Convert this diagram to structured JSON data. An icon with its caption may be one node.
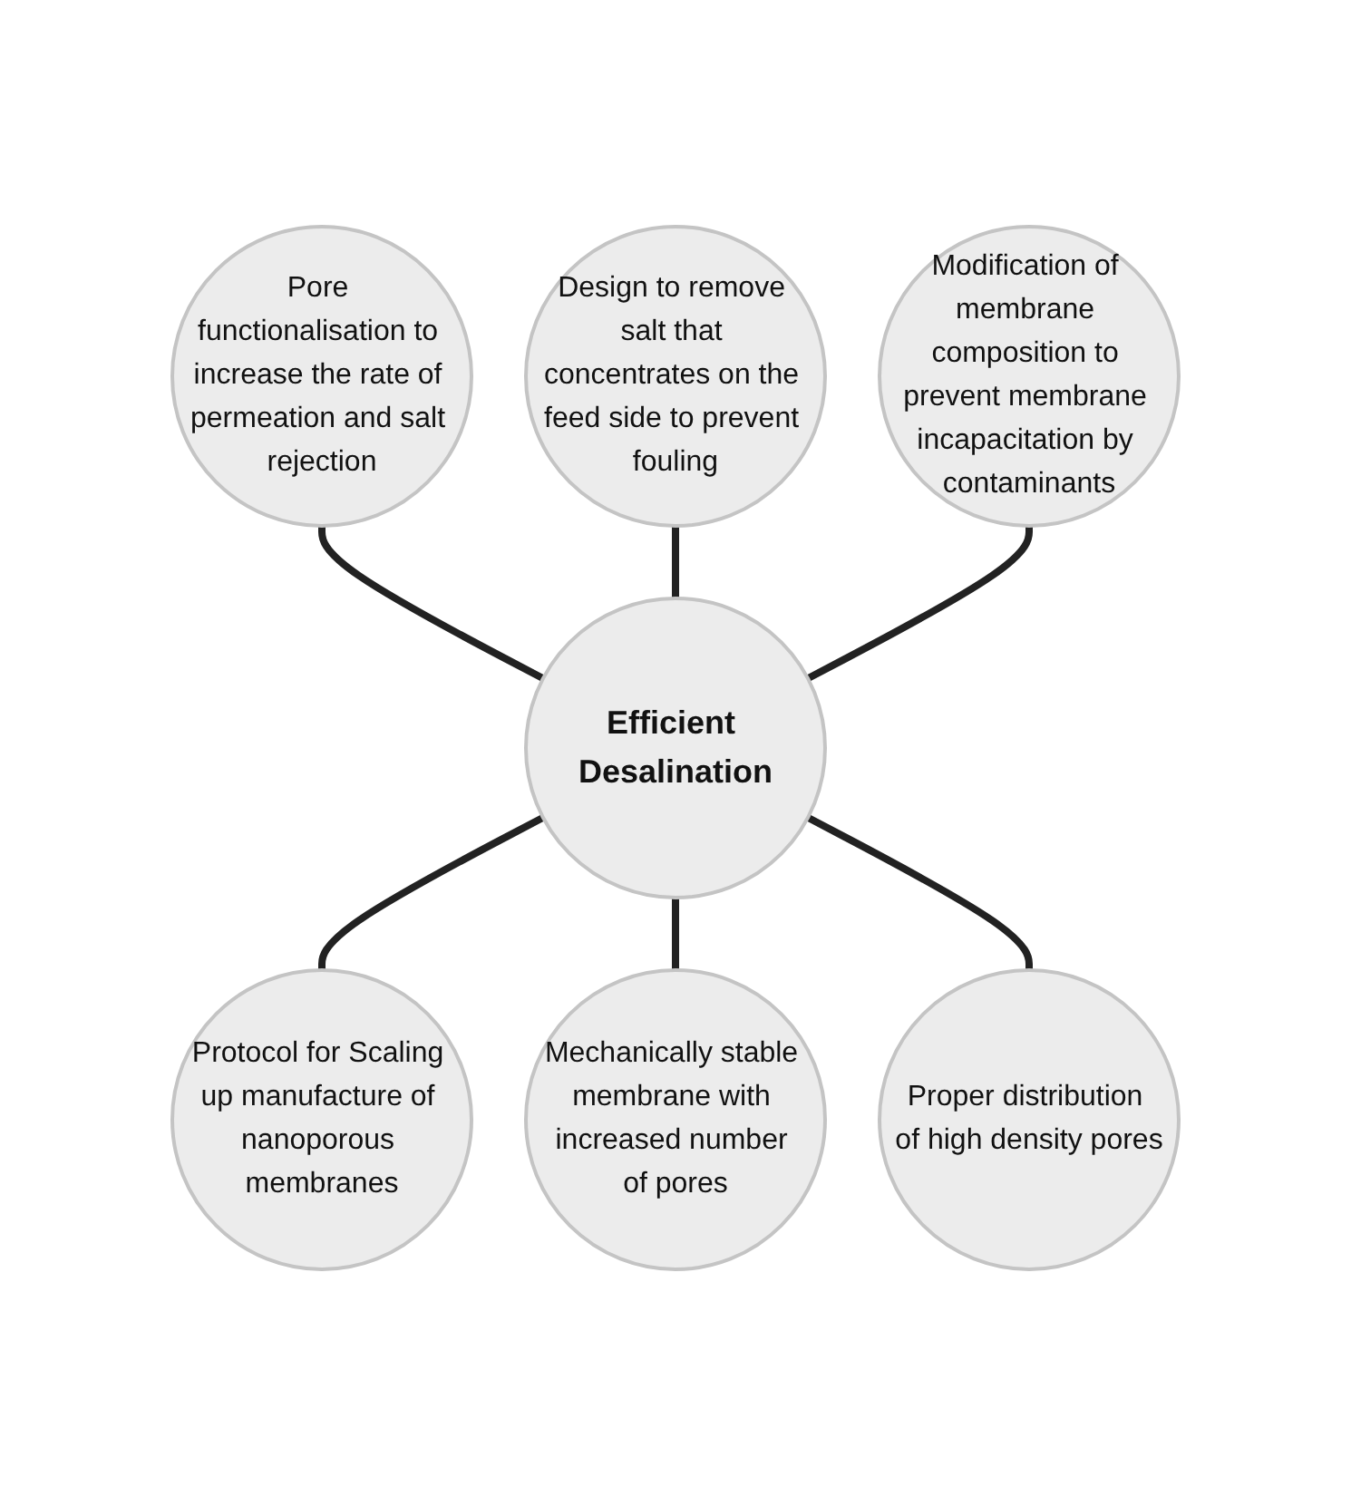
{
  "diagram": {
    "nodes": [
      {
        "text": [
          "Pore functionalisation to increase the rate of permeation and salt rejection"
        ]
      },
      {
        "text": [
          "Design to remove salt that concentrates on the feed side to prevent fouling"
        ]
      },
      {
        "text": [
          "Modification of membrane composition to prevent membrane incapacitation by contaminants"
        ]
      },
      {
        "text": [
          "Efficient Desalination"
        ]
      },
      {
        "text": [
          "Protocol for Scaling up manufacture of nanoporous membranes"
        ]
      },
      {
        "text": [
          "Mechanically stable membrane with increased number of pores"
        ]
      },
      {
        "text": [
          "Proper distribution of high density pores"
        ]
      }
    ],
    "edges": [
      {
        "from": 0,
        "to": 3,
        "arrow": "none"
      },
      {
        "from": 1,
        "to": 3,
        "arrow": "none"
      },
      {
        "from": 2,
        "to": 3,
        "arrow": "none"
      },
      {
        "from": 3,
        "to": 4,
        "arrow": "none"
      },
      {
        "from": 3,
        "to": 5,
        "arrow": "none"
      },
      {
        "from": 3,
        "to": 6,
        "arrow": "none"
      }
    ]
  }
}
